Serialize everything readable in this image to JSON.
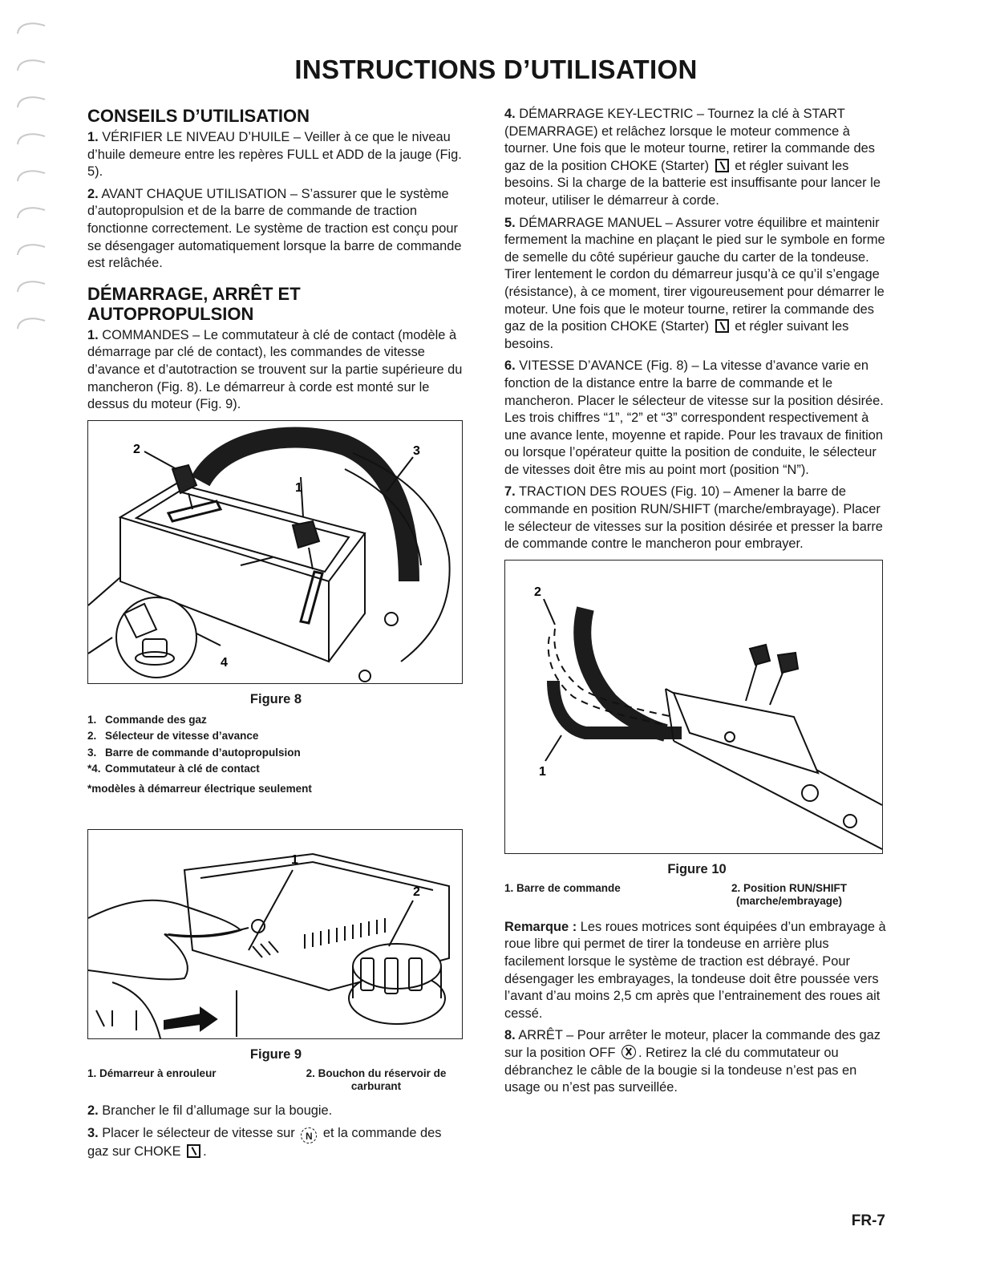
{
  "page": {
    "title": "INSTRUCTIONS D’UTILISATION",
    "page_number": "FR-7"
  },
  "left": {
    "section1_title": "CONSEILS D’UTILISATION",
    "s1_p1_num": "1.",
    "s1_p1_text": "VÉRIFIER LE NIVEAU D’HUILE – Veiller à ce que le niveau d’huile demeure entre les repères FULL et ADD de la jauge (Fig. 5).",
    "s1_p2_num": "2.",
    "s1_p2_text": "AVANT CHAQUE UTILISATION – S’assurer que le système d’autopropulsion et de la barre de commande de traction fonctionne correctement. Le système de traction est conçu pour se désengager automatiquement lorsque la barre de commande est relâchée.",
    "section2_title": "DÉMARRAGE, ARRÊT ET AUTOPROPULSION",
    "s2_p1_num": "1.",
    "s2_p1_text": "COMMANDES – Le commutateur à clé de contact (modèle à démarrage par clé de contact), les commandes de vitesse d’avance et d’autotraction se trouvent sur la partie supérieure du mancheron (Fig. 8). Le démarreur à corde est monté sur le dessus du moteur (Fig. 9).",
    "s2_p2_num": "2.",
    "s2_p2_text": "Brancher le fil d’allumage sur la bougie.",
    "s2_p3_num": "3.",
    "s2_p3_text_a": "Placer le sélecteur de vitesse sur",
    "s2_p3_text_b": "et la commande des gaz sur CHOKE",
    "s2_p3_text_c": "."
  },
  "figure8": {
    "caption": "Figure 8",
    "callouts": [
      "1",
      "2",
      "3",
      "4"
    ],
    "legend": [
      {
        "n": "1.",
        "text": "Commande des gaz"
      },
      {
        "n": "2.",
        "text": "Sélecteur de vitesse d’avance"
      },
      {
        "n": "3.",
        "text": "Barre de commande d’autopropulsion"
      },
      {
        "n": "*4.",
        "text": "Commutateur à clé de contact"
      }
    ],
    "footnote": "*modèles à démarreur électrique seulement"
  },
  "figure9": {
    "caption": "Figure 9",
    "callouts": [
      "1",
      "2"
    ],
    "legend_1": "1. Démarreur à enrouleur",
    "legend_2": "2. Bouchon du réservoir de carburant"
  },
  "right": {
    "p4_num": "4.",
    "p4_text_a": "DÉMARRAGE KEY-LECTRIC – Tournez la clé à START (DEMARRAGE) et relâchez lorsque le moteur commence à tourner. Une fois que le moteur tourne, retirer la commande des gaz de la position CHOKE (Starter)",
    "p4_text_b": "et régler suivant les besoins. Si la charge de la batterie est insuffisante pour lancer le moteur, utiliser le démarreur à corde.",
    "p5_num": "5.",
    "p5_text_a": "DÉMARRAGE MANUEL – Assurer votre équilibre et maintenir fermement la machine en plaçant le pied sur le symbole en forme de semelle du côté supérieur gauche du carter de la tondeuse. Tirer lentement le cordon du démarreur jusqu’à ce qu’il s’engage (résistance), à ce moment, tirer vigoureusement pour démarrer le moteur. Une fois que le moteur tourne, retirer la commande des gaz de la position CHOKE (Starter)",
    "p5_text_b": "et régler suivant les besoins.",
    "p6_num": "6.",
    "p6_text": "VITESSE D’AVANCE (Fig. 8) – La vitesse d’avance varie en fonction de la distance entre la barre de commande et le mancheron. Placer le sélecteur de vitesse sur la position désirée. Les trois chiffres “1”, “2” et “3” correspondent respectivement à une avance lente, moyenne et rapide. Pour les travaux de finition ou lorsque l’opérateur quitte la position de conduite, le sélecteur de vitesses doit être mis au point mort (position “N”).",
    "p7_num": "7.",
    "p7_text": "TRACTION DES ROUES (Fig. 10) – Amener la barre de commande en position RUN/SHIFT (marche/embrayage). Placer le sélecteur de vitesses sur la position désirée et presser la barre de commande contre le mancheron pour embrayer.",
    "remark_label": "Remarque :",
    "remark_text": "Les roues motrices sont équipées d’un embrayage à roue libre qui permet de tirer la tondeuse en arrière plus facilement lorsque le système de traction est débrayé. Pour désengager les embrayages, la tondeuse doit être poussée vers l’avant d’au moins 2,5 cm après que l’entrainement des roues ait cessé.",
    "p8_num": "8.",
    "p8_text_a": "ARRÊT – Pour arrêter le moteur, placer la commande des gaz sur la position OFF",
    "p8_text_b": ". Retirez la clé du commutateur ou débranchez le câble de la bougie si la tondeuse n’est pas en usage ou n’est pas surveillée."
  },
  "figure10": {
    "caption": "Figure 10",
    "callouts": [
      "2",
      "1"
    ],
    "legend_1": "1. Barre de commande",
    "legend_2": "2. Position RUN/SHIFT (marche/embrayage)"
  },
  "symbols": {
    "neutral": "N",
    "choke": "choke-icon",
    "off": "off-icon"
  }
}
